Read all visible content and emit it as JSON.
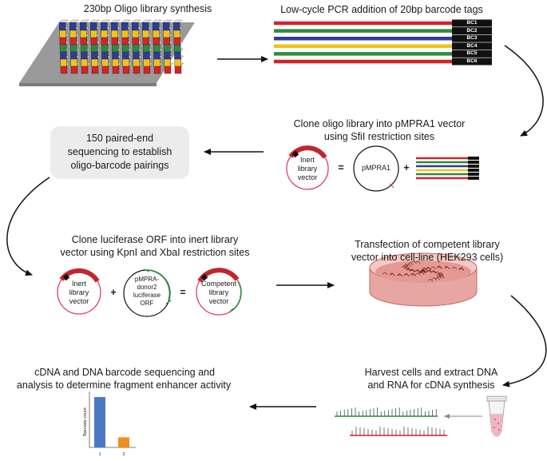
{
  "steps": {
    "s1": "230bp Oligo library synthesis",
    "s2": "Low-cycle PCR addition of 20bp barcode tags",
    "s3_line1": "Clone oligo library into pMPRA1 vector",
    "s3_line2": "using SfiI restriction sites",
    "s4_line1": "150 paired-end",
    "s4_line2": "sequencing to establish",
    "s4_line3": "oligo-barcode pairings",
    "s5_line1": "Clone luciferase ORF into inert library",
    "s5_line2": "vector using KpnI and XbaI restriction sites",
    "s6_line1": "Transfection of competent library",
    "s6_line2": "vector into cell-line (HEK293 cells)",
    "s7_line1": "Harvest cells and extract DNA",
    "s7_line2": "and RNA for cDNA synthesis",
    "s8_line1": "cDNA and DNA barcode sequencing and",
    "s8_line2": "analysis to determine fragment enhancer activity"
  },
  "barcodes": [
    {
      "label": "BC1",
      "color": "#d4232a"
    },
    {
      "label": "BC2",
      "color": "#2e8b3f"
    },
    {
      "label": "BC3",
      "color": "#2b3d97"
    },
    {
      "label": "BC4",
      "color": "#f2c21b"
    },
    {
      "label": "BC5",
      "color": "#2e8b3f"
    },
    {
      "label": "BC6",
      "color": "#d4232a"
    }
  ],
  "plasmids": {
    "inert_1": [
      "Inert",
      "library",
      "vector"
    ],
    "pmpra1": "pMPRA1",
    "inert_2": [
      "Inert",
      "library",
      "vector"
    ],
    "donor": [
      "pMPRA-",
      "donor2",
      "luciferase",
      "ORF"
    ],
    "competent": [
      "Competent",
      "library",
      "vector"
    ]
  },
  "operators": {
    "equals": "=",
    "plus": "+"
  },
  "chart_data": {
    "type": "bar",
    "categories": [
      "1",
      "2"
    ],
    "values": [
      1.0,
      0.2
    ],
    "ylabel": "Barcode count",
    "colors": [
      "#4a78c2",
      "#f28c1a"
    ]
  },
  "colors": {
    "pink": "#e0397a",
    "dark_red": "#c0272d",
    "green": "#2e8b3f",
    "box_gray": "#ececec"
  }
}
